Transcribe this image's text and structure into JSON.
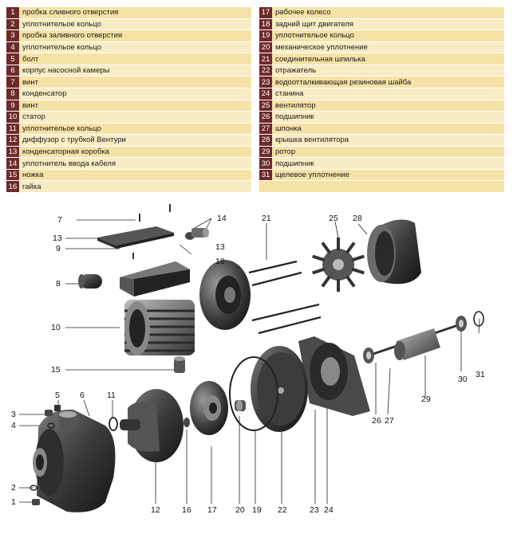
{
  "legend_left": [
    {
      "num": "1",
      "label": "пробка сливного отверстия"
    },
    {
      "num": "2",
      "label": "уплотнительое кольцо"
    },
    {
      "num": "3",
      "label": "пробка заливного отверстия"
    },
    {
      "num": "4",
      "label": "уплотнительое кольцо"
    },
    {
      "num": "5",
      "label": "болт"
    },
    {
      "num": "6",
      "label": "корпус насосной камеры"
    },
    {
      "num": "7",
      "label": "винт"
    },
    {
      "num": "8",
      "label": "конденсатор"
    },
    {
      "num": "9",
      "label": "винт"
    },
    {
      "num": "10",
      "label": "статор"
    },
    {
      "num": "11",
      "label": "уплотнительое кольцо"
    },
    {
      "num": "12",
      "label": "диффузор с трубкой Вентури"
    },
    {
      "num": "13",
      "label": "конденсаторная коробка"
    },
    {
      "num": "14",
      "label": "уплотнитель ввода кабеля"
    },
    {
      "num": "15",
      "label": "ножка"
    },
    {
      "num": "16",
      "label": "гайка"
    }
  ],
  "legend_right": [
    {
      "num": "17",
      "label": "рабочее колесо"
    },
    {
      "num": "18",
      "label": "задний щит двигателя"
    },
    {
      "num": "19",
      "label": "уплотнительое кольцо"
    },
    {
      "num": "20",
      "label": "механическое уплотнение"
    },
    {
      "num": "21",
      "label": "соединительная шпилька"
    },
    {
      "num": "22",
      "label": "отражатель"
    },
    {
      "num": "23",
      "label": "водоотталкивающая резиновая шайба"
    },
    {
      "num": "24",
      "label": "станина"
    },
    {
      "num": "25",
      "label": "вентилятор"
    },
    {
      "num": "26",
      "label": "подшипник"
    },
    {
      "num": "27",
      "label": "шпонка"
    },
    {
      "num": "28",
      "label": "крышка вентилятора"
    },
    {
      "num": "29",
      "label": "ротор"
    },
    {
      "num": "30",
      "label": "подшипник"
    },
    {
      "num": "31",
      "label": "щелевое уплотнение"
    }
  ],
  "callouts": {
    "c1": "1",
    "c2": "2",
    "c3": "3",
    "c4": "4",
    "c5": "5",
    "c6": "6",
    "c7": "7",
    "c8": "8",
    "c9": "9",
    "c10": "10",
    "c11": "11",
    "c12": "12",
    "c13a": "13",
    "c13b": "13",
    "c14": "14",
    "c15": "15",
    "c16": "16",
    "c17": "17",
    "c18": "18",
    "c19": "19",
    "c20": "20",
    "c21": "21",
    "c22": "22",
    "c23": "23",
    "c24": "24",
    "c25": "25",
    "c26": "26",
    "c27": "27",
    "c28": "28",
    "c29": "29",
    "c30": "30",
    "c31": "31"
  },
  "colors": {
    "number_box": "#6e2a2a",
    "row_light": "#f9ecc4",
    "row_dark": "#f5e2a6"
  }
}
